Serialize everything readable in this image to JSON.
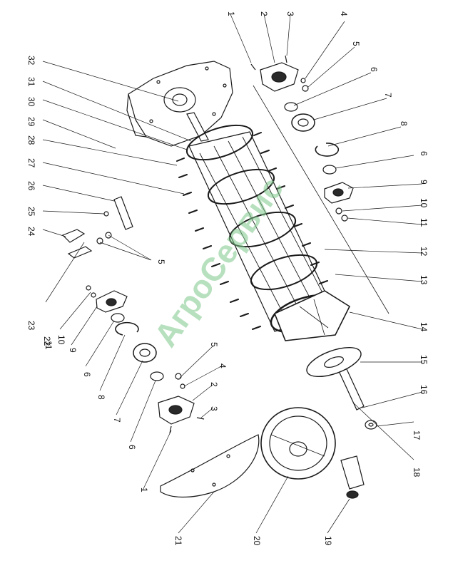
{
  "diagram": {
    "colors": {
      "line": "#1a1a1a",
      "part_fill": "#ffffff",
      "dark_fill": "#2a2a2a",
      "watermark": "#7ec88a"
    },
    "watermark": "АгроСервис",
    "labels": [
      "1",
      "2",
      "3",
      "4",
      "5",
      "6",
      "7",
      "8",
      "6",
      "9",
      "10",
      "11",
      "12",
      "13",
      "14",
      "15",
      "16",
      "17",
      "18",
      "19",
      "20",
      "21",
      "1",
      "6",
      "7",
      "8",
      "6",
      "9",
      "10",
      "11",
      "22",
      "23",
      "24",
      "25",
      "26",
      "27",
      "28",
      "29",
      "30",
      "31",
      "32",
      "5",
      "5",
      "4",
      "2",
      "3"
    ]
  }
}
